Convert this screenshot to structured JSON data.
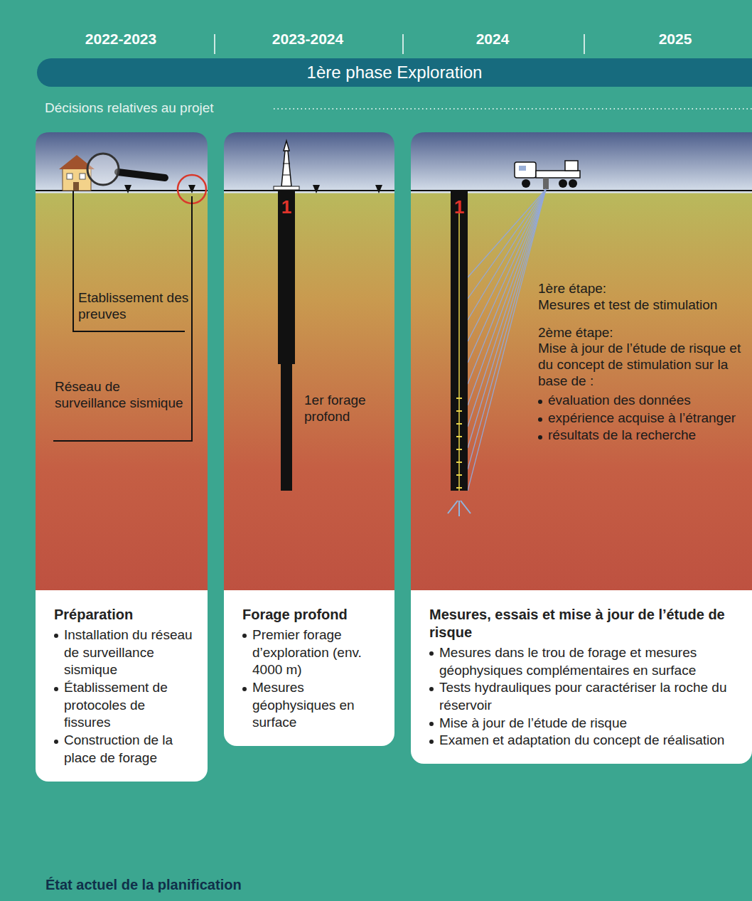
{
  "diagram": {
    "nodes": [
      {
        "text": [
          "1ère phase Exploration"
        ]
      },
      {
        "text": [
          "Préparation",
          "Installation du réseau de surveillance sismique",
          "Établissement de protocoles de fissures",
          "Construction de la place de forage"
        ]
      },
      {
        "text": [
          "Forage profond",
          "Premier forage d’exploration (env. 4000 m)",
          "Mesures géophysiques en surface"
        ]
      },
      {
        "text": [
          "Mesures, essais et mise à jour de l’étude de risque",
          "Mesures dans le trou de forage et mesures géophysiques complémentaires en surface",
          "Tests hydrauliques pour caractériser la roche du réservoir",
          "Mise à jour de l’étude de risque",
          "Examen et adaptation du concept de réalisation"
        ]
      }
    ],
    "labels": [
      "2022-2023",
      "2023-2024",
      "2024",
      "2025",
      "Décisions relatives au projet",
      "Etablissement des preuves",
      "Réseau de surveillance sismique",
      "1",
      "1er forage profond",
      "1",
      "1ère étape:",
      "Mesures et test de stimulation",
      "2ème étape:",
      "Mise à jour de l’étude de risque et du concept de stimulation sur la base de :",
      "évaluation des données",
      "expérience acquise à l’étranger",
      "résultats de la recherche",
      "État actuel de la planification"
    ]
  }
}
